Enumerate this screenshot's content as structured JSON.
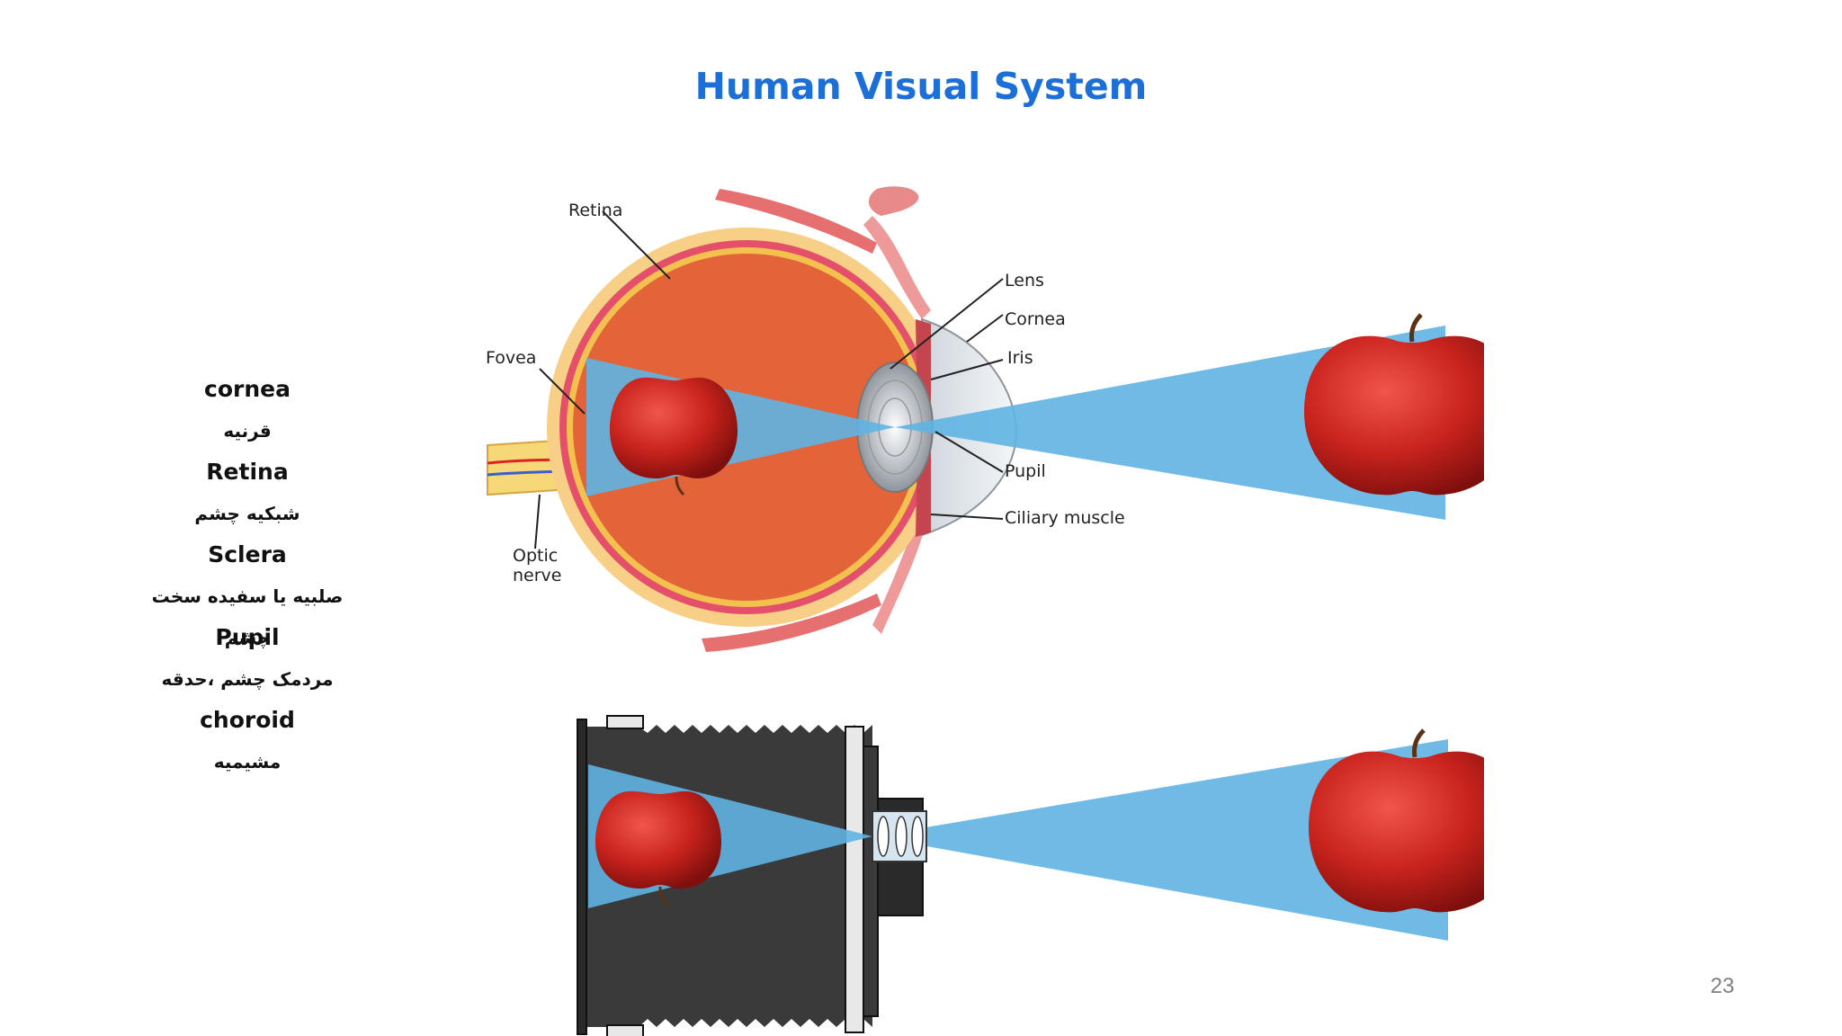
{
  "slide": {
    "title": "Human Visual System",
    "page_number": "23"
  },
  "glossary": [
    {
      "term": "cornea",
      "translation": "قرنیه"
    },
    {
      "term": "Retina",
      "translation": "شبکیه چشم"
    },
    {
      "term": "Sclera",
      "translation": "صلبیه یا سفیده سخت چشم"
    },
    {
      "term": "Pupil",
      "translation": "مردمک چشم ،حدقه"
    },
    {
      "term": "choroid",
      "translation": "مشیمیه"
    }
  ],
  "eye_labels": {
    "retina": "Retina",
    "fovea": "Fovea",
    "optic_nerve_line1": "Optic",
    "optic_nerve_line2": "nerve",
    "lens": "Lens",
    "cornea": "Cornea",
    "iris": "Iris",
    "pupil": "Pupil",
    "ciliary_muscle": "Ciliary muscle"
  },
  "colors": {
    "title": "#1c6fd6",
    "light_cone": "#5fb4e3",
    "eye_interior": "#e4643a",
    "sclera": "#f7cf86",
    "apple": "#c9231d",
    "camera_body": "#3a3a3a"
  }
}
